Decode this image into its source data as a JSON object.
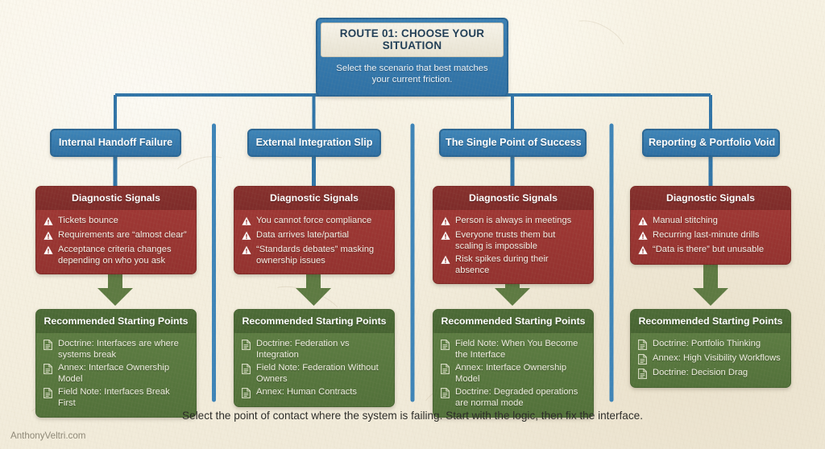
{
  "header": {
    "title": "ROUTE 01: CHOOSE YOUR SITUATION",
    "subtitle": "Select the scenario that best matches your current friction."
  },
  "labels": {
    "diagnostic_title": "Diagnostic Signals",
    "recommended_title": "Recommended Starting Points",
    "warning_icon": "warning-triangle-icon",
    "document_icon": "document-page-icon"
  },
  "columns": [
    {
      "heading": "Internal Handoff Failure",
      "signals": [
        "Tickets bounce",
        "Requirements are “almost clear”",
        "Acceptance criteria changes depending on who you ask"
      ],
      "recommendations": [
        "Doctrine: Interfaces are where systems break",
        "Annex: Interface Ownership Model",
        "Field Note: Interfaces Break First"
      ]
    },
    {
      "heading": "External Integration Slip",
      "signals": [
        "You cannot force compliance",
        "Data arrives late/partial",
        "“Standards debates” masking ownership issues"
      ],
      "recommendations": [
        "Doctrine: Federation vs Integration",
        "Field Note: Federation Without Owners",
        "Annex: Human Contracts"
      ]
    },
    {
      "heading": "The Single Point of Success",
      "signals": [
        "Person is always in meetings",
        "Everyone trusts them but scaling is impossible",
        "Risk spikes during their absence"
      ],
      "recommendations": [
        "Field Note: When You Become the Interface",
        "Annex: Interface Ownership Model",
        "Doctrine: Degraded operations are normal mode"
      ]
    },
    {
      "heading": "Reporting & Portfolio Void",
      "signals": [
        "Manual stitching",
        "Recurring last-minute drills",
        "“Data is there” but unusable"
      ],
      "recommendations": [
        "Doctrine: Portfolio Thinking",
        "Annex: High Visibility Workflows",
        "Doctrine: Decision Drag"
      ]
    }
  ],
  "footer": {
    "caption": "Select the point of contact where the system is failing. Start with the logic, then fix the interface.",
    "watermark": "AnthonyVeltri.com"
  },
  "colors": {
    "blue": "#3276a8",
    "blue_dark": "#2a6695",
    "red": "#9a3330",
    "red_dark": "#7d2a27",
    "green": "#55753d",
    "green_dark": "#476432",
    "paper": "#f5f0e1"
  }
}
